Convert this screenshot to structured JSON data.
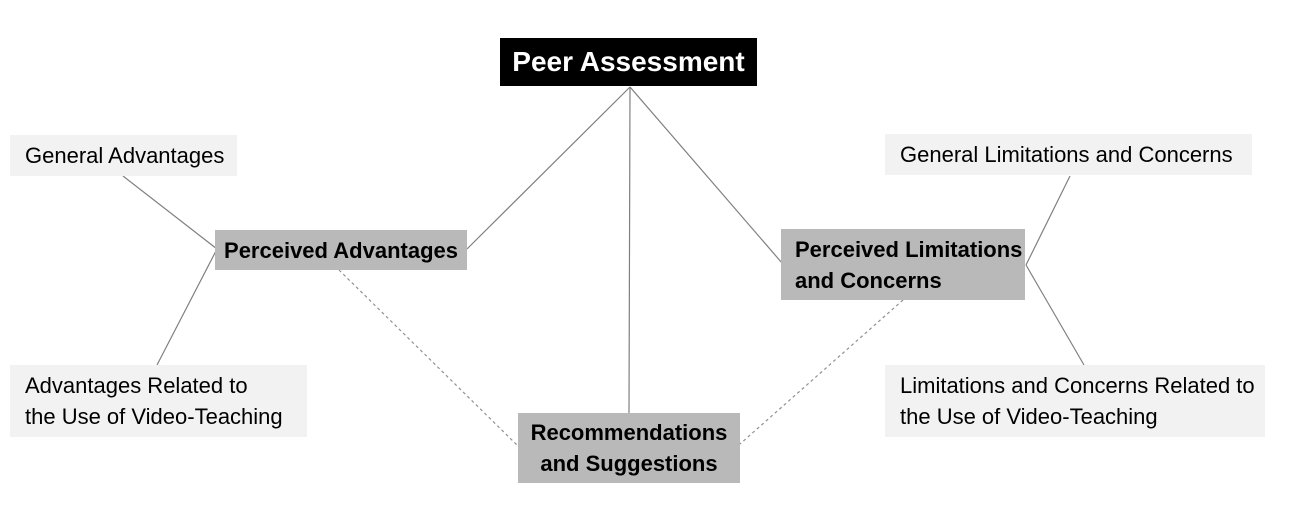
{
  "diagram": {
    "title": {
      "label": "Peer Assessment"
    },
    "nodes": {
      "peer_assessment": {
        "lines": [
          "Peer Assessment"
        ]
      },
      "perceived_advantages": {
        "lines": [
          "Perceived Advantages"
        ]
      },
      "perceived_limitations": {
        "lines": [
          "Perceived Limitations",
          "and Concerns"
        ]
      },
      "recommendations": {
        "lines": [
          "Recommendations",
          "and Suggestions"
        ]
      },
      "general_advantages": {
        "lines": [
          "General Advantages"
        ]
      },
      "advantages_video": {
        "lines": [
          "Advantages Related to",
          "the Use of Video-Teaching"
        ]
      },
      "general_limitations": {
        "lines": [
          "General Limitations and Concerns"
        ]
      },
      "limitations_video": {
        "lines": [
          "Limitations and Concerns Related to",
          "the Use of Video-Teaching"
        ]
      }
    },
    "edges": [
      {
        "from": "peer_assessment",
        "to": "perceived_advantages",
        "style": "solid"
      },
      {
        "from": "peer_assessment",
        "to": "perceived_limitations",
        "style": "solid"
      },
      {
        "from": "peer_assessment",
        "to": "recommendations",
        "style": "solid"
      },
      {
        "from": "perceived_advantages",
        "to": "general_advantages",
        "style": "solid"
      },
      {
        "from": "perceived_advantages",
        "to": "advantages_video",
        "style": "solid"
      },
      {
        "from": "perceived_limitations",
        "to": "general_limitations",
        "style": "solid"
      },
      {
        "from": "perceived_limitations",
        "to": "limitations_video",
        "style": "solid"
      },
      {
        "from": "perceived_advantages",
        "to": "recommendations",
        "style": "dashed"
      },
      {
        "from": "perceived_limitations",
        "to": "recommendations",
        "style": "dashed"
      }
    ],
    "colors": {
      "title_bg": "#000000",
      "title_text": "#ffffff",
      "category_bg": "#b9b9b9",
      "leaf_bg": "#f2f2f2",
      "line": "#7f7f7f",
      "line_dashed": "#909090"
    }
  }
}
